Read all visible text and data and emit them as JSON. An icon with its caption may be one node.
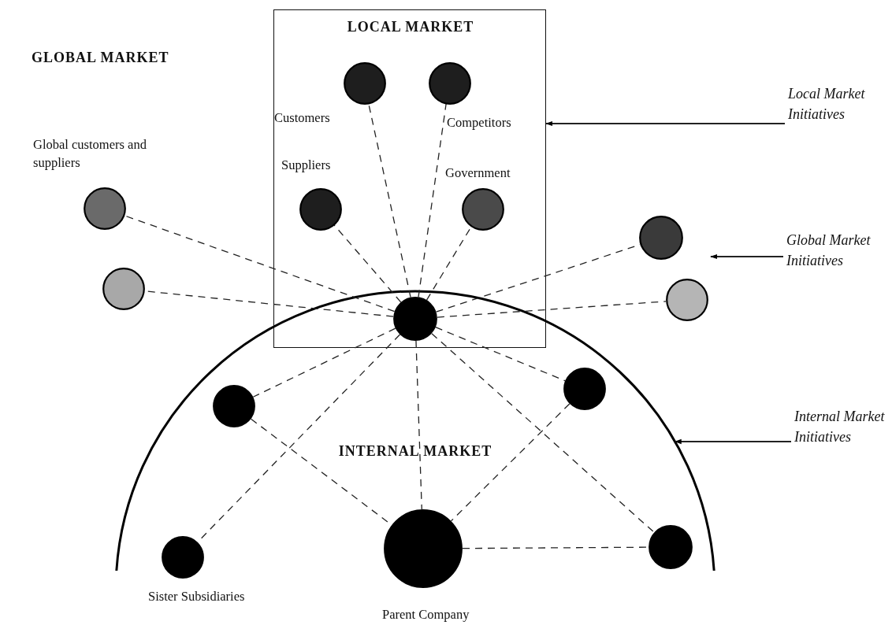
{
  "diagram": {
    "nodes": [
      {
        "text": [
          "LOCAL MARKET"
        ]
      },
      {
        "text": [
          "INTERNAL MARKET"
        ]
      },
      {
        "text": [],
        "shape": "circle",
        "in": 0,
        "beside": [
          "Customers"
        ]
      },
      {
        "text": [],
        "shape": "circle",
        "in": 0,
        "beside": [
          "Competitors"
        ]
      },
      {
        "text": [],
        "shape": "circle",
        "in": 0,
        "beside": [
          "Suppliers"
        ]
      },
      {
        "text": [],
        "shape": "circle",
        "in": 0,
        "beside": [
          "Government"
        ]
      },
      {
        "text": [],
        "shape": "circle"
      },
      {
        "text": [],
        "shape": "circle",
        "beside": [
          "Global customers and suppliers"
        ]
      },
      {
        "text": [],
        "shape": "circle"
      },
      {
        "text": [],
        "shape": "circle"
      },
      {
        "text": [],
        "shape": "circle"
      },
      {
        "text": [],
        "shape": "circle",
        "in": 1
      },
      {
        "text": [],
        "shape": "circle",
        "in": 1
      },
      {
        "text": [],
        "shape": "circle",
        "in": 1,
        "beside": [
          "Sister Subsidiaries"
        ]
      },
      {
        "text": [],
        "shape": "circle",
        "in": 1,
        "beside": [
          "Parent Company"
        ]
      },
      {
        "text": [],
        "shape": "circle",
        "in": 1
      },
      {
        "text": [
          "Local Market Initiatives"
        ]
      },
      {
        "text": [
          "Global Market Initiatives"
        ]
      },
      {
        "text": [
          "Internal Market Initiatives"
        ]
      }
    ],
    "edges": [
      {
        "from": 6,
        "to": 2,
        "arrow": "none",
        "style": "dashed"
      },
      {
        "from": 6,
        "to": 3,
        "arrow": "none",
        "style": "dashed"
      },
      {
        "from": 6,
        "to": 4,
        "arrow": "none",
        "style": "dashed"
      },
      {
        "from": 6,
        "to": 5,
        "arrow": "none",
        "style": "dashed"
      },
      {
        "from": 6,
        "to": 7,
        "arrow": "none",
        "style": "dashed"
      },
      {
        "from": 6,
        "to": 8,
        "arrow": "none",
        "style": "dashed"
      },
      {
        "from": 6,
        "to": 9,
        "arrow": "none",
        "style": "dashed"
      },
      {
        "from": 6,
        "to": 10,
        "arrow": "none",
        "style": "dashed"
      },
      {
        "from": 6,
        "to": 11,
        "arrow": "none",
        "style": "dashed"
      },
      {
        "from": 6,
        "to": 12,
        "arrow": "none",
        "style": "dashed"
      },
      {
        "from": 6,
        "to": 13,
        "arrow": "none",
        "style": "dashed"
      },
      {
        "from": 6,
        "to": 14,
        "arrow": "none",
        "style": "dashed"
      },
      {
        "from": 6,
        "to": 15,
        "arrow": "none",
        "style": "dashed"
      },
      {
        "from": 11,
        "to": 14,
        "arrow": "none",
        "style": "dashed"
      },
      {
        "from": 12,
        "to": 14,
        "arrow": "none",
        "style": "dashed"
      },
      {
        "from": 14,
        "to": 15,
        "arrow": "none",
        "style": "dashed"
      },
      {
        "from": 16,
        "to": 0,
        "arrow": "to"
      },
      {
        "from": 17,
        "to": null,
        "arrow": "to"
      },
      {
        "from": 18,
        "to": 1,
        "arrow": "to"
      }
    ],
    "labels": [
      "GLOBAL MARKET"
    ]
  }
}
